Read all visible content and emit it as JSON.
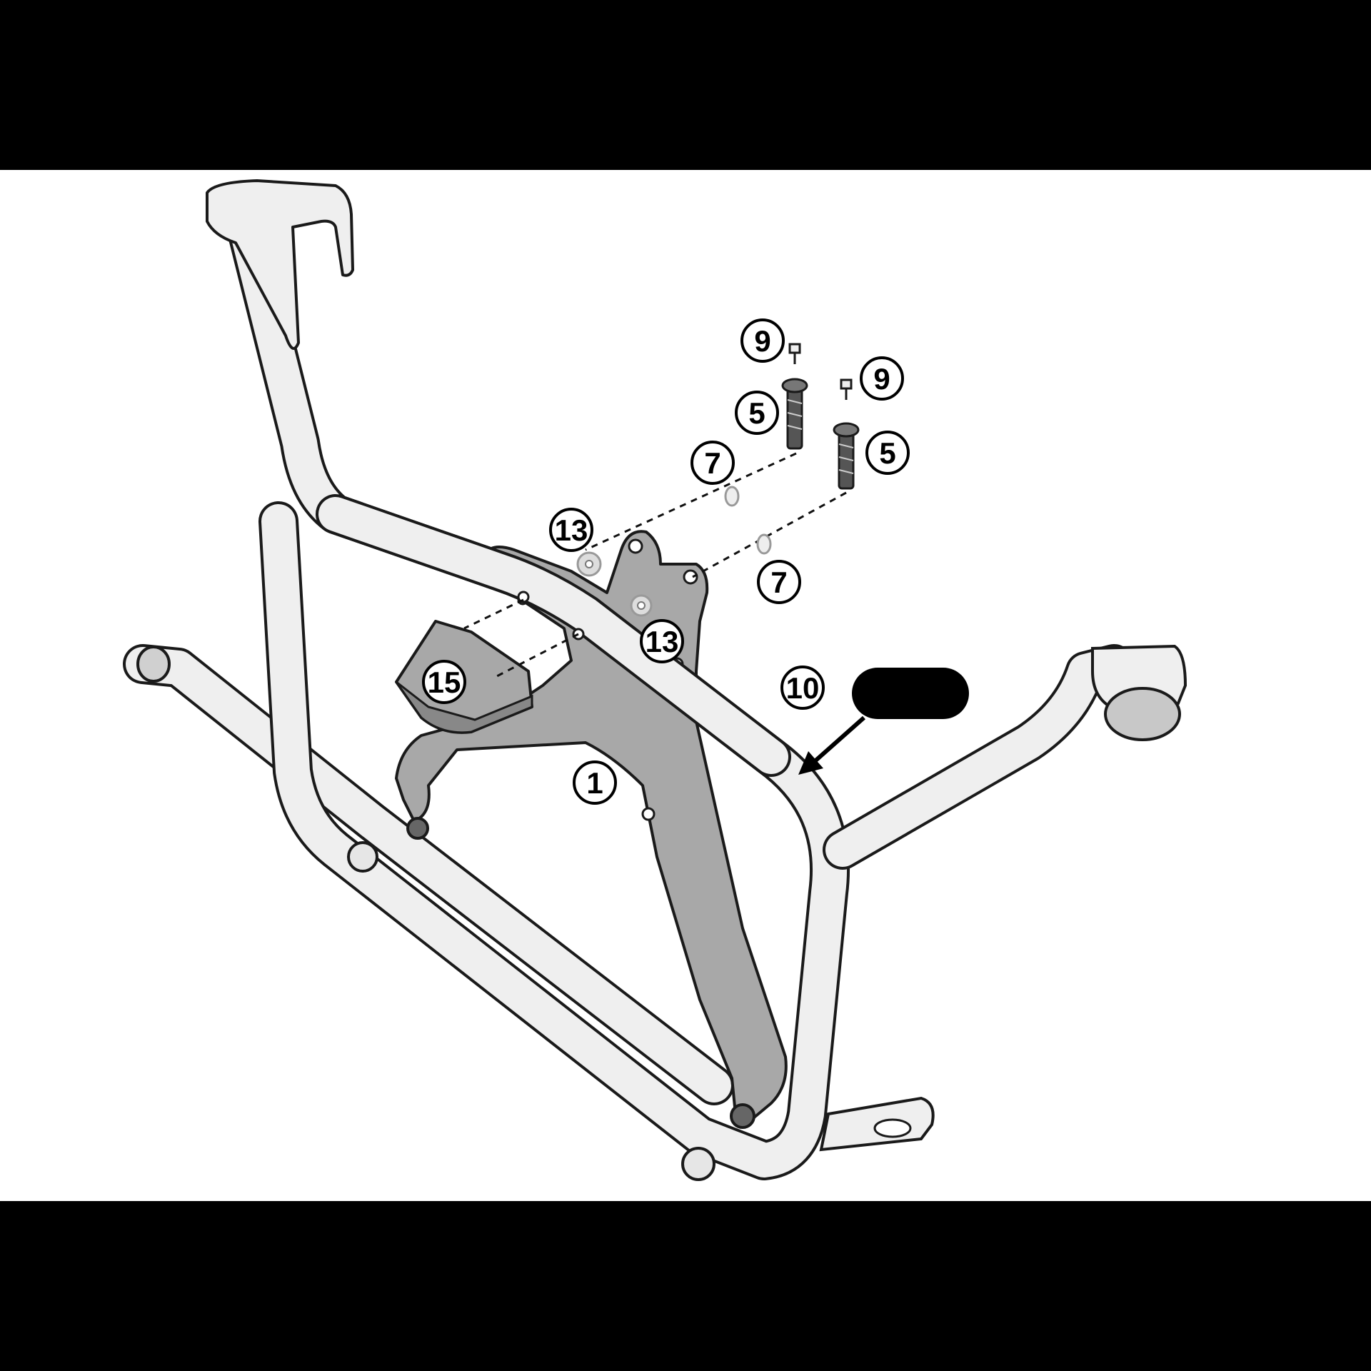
{
  "callouts": [
    {
      "id": "c9a",
      "label": "9"
    },
    {
      "id": "c9b",
      "label": "9"
    },
    {
      "id": "c5a",
      "label": "5"
    },
    {
      "id": "c5b",
      "label": "5"
    },
    {
      "id": "c7a",
      "label": "7"
    },
    {
      "id": "c7b",
      "label": "7"
    },
    {
      "id": "c13a",
      "label": "13"
    },
    {
      "id": "c13b",
      "label": "13"
    },
    {
      "id": "c10",
      "label": "10"
    },
    {
      "id": "c15",
      "label": "15"
    },
    {
      "id": "c1",
      "label": "1"
    }
  ],
  "colors": {
    "frame_bg": "#000000",
    "canvas_bg": "#ffffff",
    "tube_fill": "#efefef",
    "plate_fill": "#a8a8a8",
    "outline": "#1a1a1a"
  }
}
